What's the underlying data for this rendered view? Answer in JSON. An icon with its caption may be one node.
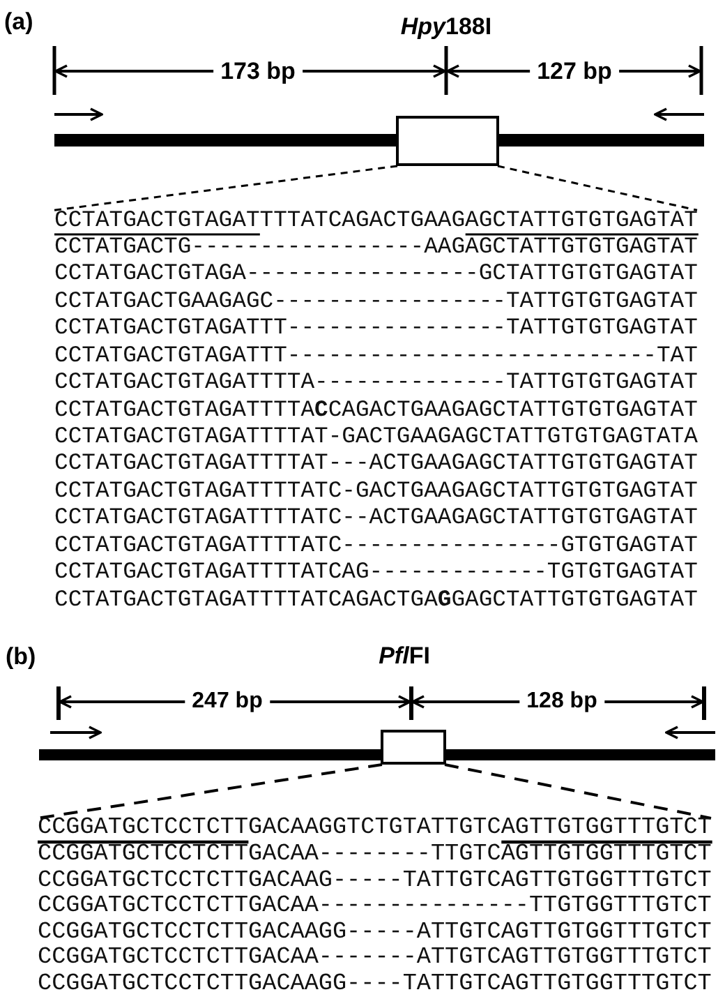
{
  "diagram": {
    "nodes": [
      {
        "text": [],
        "shape": "box"
      },
      {
        "text": [
          "CCTATGACTGTAGATTTTATCAGACTGAAGAGCTATTGTGTGAGTAT",
          "CCTATGACTG-----------------AAGAGCTATTGTGTGAGTAT",
          "CCTATGACTGTAGA-----------------GCTATTGTGTGAGTAT",
          "CCTATGACTGAAGAGC-----------------TATTGTGTGAGTAT",
          "CCTATGACTGTAGATTT----------------TATTGTGTGAGTAT",
          "CCTATGACTGTAGATTT---------------------------TAT",
          "CCTATGACTGTAGATTTTA--------------TATTGTGTGAGTAT",
          "CCTATGACTGTAGATTTTA**C**CAGACTGAAGAGCTATTGTGTGAGTAT",
          "CCTATGACTGTAGATTTTAT-GACTGAAGAGCTATTGTGTGAGTATA",
          "CCTATGACTGTAGATTTTAT---ACTGAAGAGCTATTGTGTGAGTAT",
          "CCTATGACTGTAGATTTTATC-GACTGAAGAGCTATTGTGTGAGTAT",
          "CCTATGACTGTAGATTTTATC--ACTGAAGAGCTATTGTGTGAGTAT",
          "CCTATGACTGTAGATTTTATC----------------GTGTGAGTAT",
          "CCTATGACTGTAGATTTTATCAG-------------TGTGTGAGTAT",
          "CCTATGACTGTAGATTTTATCAGACTGA**G**GAGCTATTGTGTGAGTAT"
        ]
      },
      {
        "text": [],
        "shape": "box"
      },
      {
        "text": [
          "CCGGATGCTCCTCTTGACAAGGTCTGTATTGTCAGTTGTGGTTTGTCT",
          "CCGGATGCTCCTCTTGACAA--------TTGTCAGTTGTGGTTTGTCT",
          "CCGGATGCTCCTCTTGACAAG-----TATTGTCAGTTGTGGTTTGTCT",
          "CCGGATGCTCCTCTTGACAA---------------TTGTGGTTTGTCT",
          "CCGGATGCTCCTCTTGACAAGG-----ATTGTCAGTTGTGGTTTGTCT",
          "CCGGATGCTCCTCTTGACAA-------ATTGTCAGTTGTGGTTTGTCT",
          "CCGGATGCTCCTCTTGACAAGG----TATTGTCAGTTGTGGTTTGTCT"
        ]
      }
    ],
    "edges": [
      {
        "from": 0,
        "to": 1,
        "arrow": "none",
        "style": "dashed"
      },
      {
        "from": 0,
        "to": 1,
        "arrow": "none",
        "style": "dashed"
      },
      {
        "from": 2,
        "to": 3,
        "arrow": "none",
        "style": "dashed"
      },
      {
        "from": 2,
        "to": 3,
        "arrow": "none",
        "style": "dashed"
      }
    ],
    "labels": [
      "(a)",
      "Hpy188I",
      "173 bp",
      "127 bp",
      "(b)",
      "PflFI",
      "247 bp",
      "128 bp"
    ]
  }
}
